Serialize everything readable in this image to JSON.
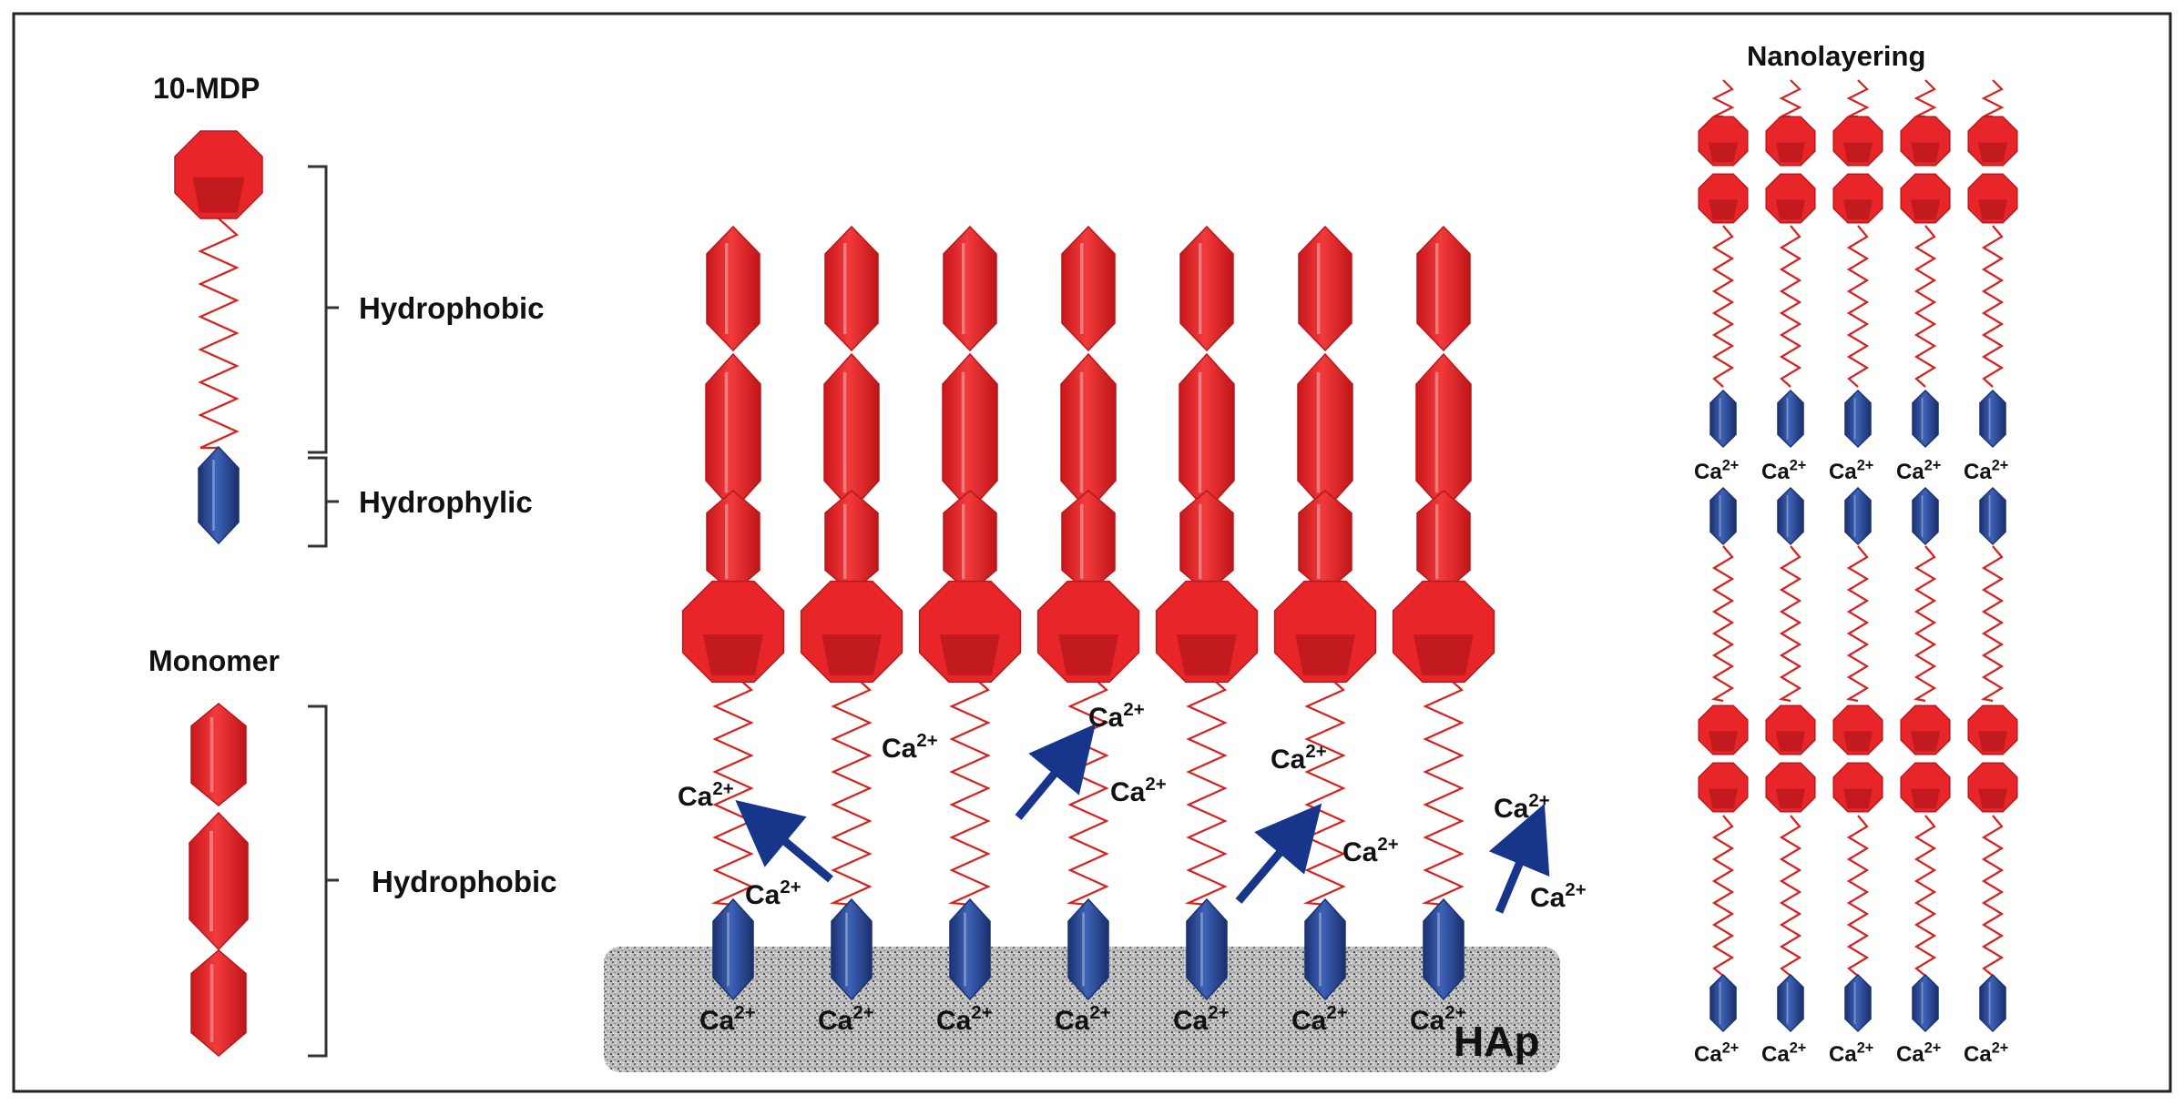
{
  "legend": {
    "mdp_title": "10-MDP",
    "mdp_hydrophobic": "Hydrophobic",
    "mdp_hydrophilic": "Hydrophylic",
    "monomer_title": "Monomer",
    "monomer_hydrophobic": "Hydrophobic"
  },
  "center": {
    "substrate_label": "HAp",
    "ion_label": "Ca",
    "ion_charge": "2+",
    "molecule_count": 7
  },
  "right": {
    "title": "Nanolayering",
    "ion_label": "Ca",
    "ion_charge": "2+",
    "column_count": 5
  },
  "colors": {
    "hydrophobic_red": "#e8262a",
    "hydrophobic_red_dark": "#b8181c",
    "hydrophilic_blue": "#2c4d9c",
    "hydrophilic_blue_dark": "#1c3270",
    "chain_red": "#d8201c",
    "arrow_blue": "#17358a",
    "substrate_gray": "#b5b5b5"
  }
}
